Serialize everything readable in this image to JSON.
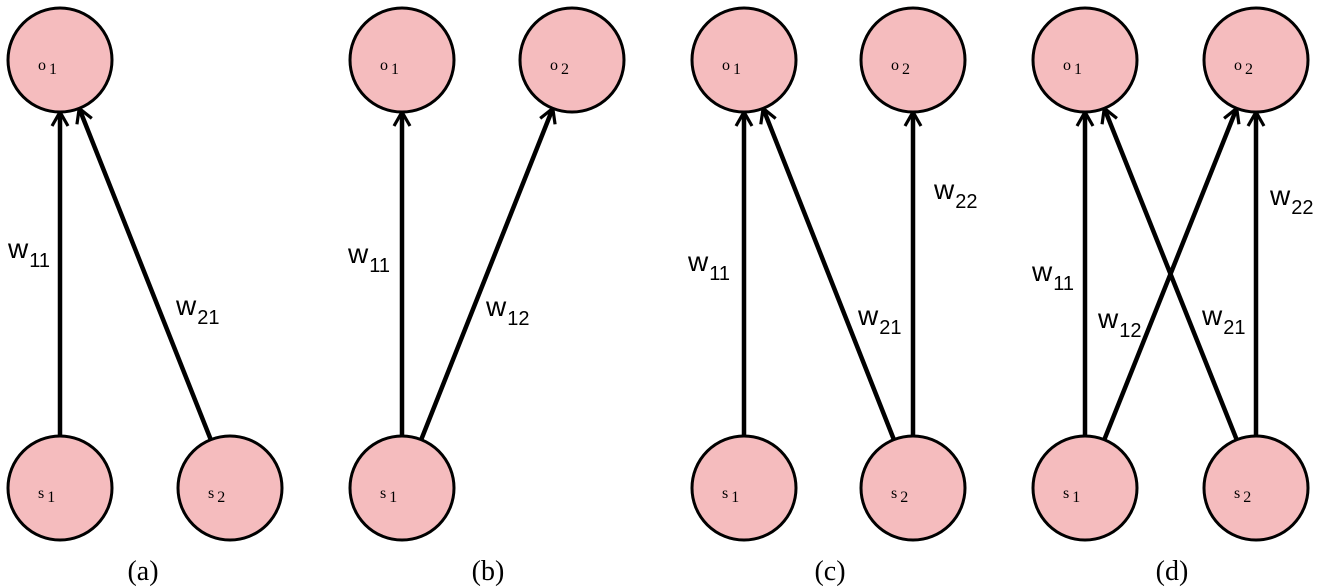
{
  "panels": [
    {
      "caption": "(a)",
      "nodes": [
        {
          "id": "o1",
          "letter": "o",
          "sub": "1"
        },
        {
          "id": "s1",
          "letter": "s",
          "sub": "1"
        },
        {
          "id": "s2",
          "letter": "s",
          "sub": "2"
        }
      ],
      "edges": [
        {
          "from": "s1",
          "to": "o1",
          "w": "w",
          "sub": "11"
        },
        {
          "from": "s2",
          "to": "o1",
          "w": "w",
          "sub": "21"
        }
      ]
    },
    {
      "caption": "(b)",
      "nodes": [
        {
          "id": "o1",
          "letter": "o",
          "sub": "1"
        },
        {
          "id": "o2",
          "letter": "o",
          "sub": "2"
        },
        {
          "id": "s1",
          "letter": "s",
          "sub": "1"
        }
      ],
      "edges": [
        {
          "from": "s1",
          "to": "o1",
          "w": "w",
          "sub": "11"
        },
        {
          "from": "s1",
          "to": "o2",
          "w": "w",
          "sub": "12"
        }
      ]
    },
    {
      "caption": "(c)",
      "nodes": [
        {
          "id": "o1",
          "letter": "o",
          "sub": "1"
        },
        {
          "id": "o2",
          "letter": "o",
          "sub": "2"
        },
        {
          "id": "s1",
          "letter": "s",
          "sub": "1"
        },
        {
          "id": "s2",
          "letter": "s",
          "sub": "2"
        }
      ],
      "edges": [
        {
          "from": "s1",
          "to": "o1",
          "w": "w",
          "sub": "11"
        },
        {
          "from": "s2",
          "to": "o1",
          "w": "w",
          "sub": "21"
        },
        {
          "from": "s2",
          "to": "o2",
          "w": "w",
          "sub": "22"
        }
      ]
    },
    {
      "caption": "(d)",
      "nodes": [
        {
          "id": "o1",
          "letter": "o",
          "sub": "1"
        },
        {
          "id": "o2",
          "letter": "o",
          "sub": "2"
        },
        {
          "id": "s1",
          "letter": "s",
          "sub": "1"
        },
        {
          "id": "s2",
          "letter": "s",
          "sub": "2"
        }
      ],
      "edges": [
        {
          "from": "s1",
          "to": "o1",
          "w": "w",
          "sub": "11"
        },
        {
          "from": "s1",
          "to": "o2",
          "w": "w",
          "sub": "12"
        },
        {
          "from": "s2",
          "to": "o1",
          "w": "w",
          "sub": "21"
        },
        {
          "from": "s2",
          "to": "o2",
          "w": "w",
          "sub": "22"
        }
      ]
    }
  ],
  "colors": {
    "node_fill": "#f5bcbe",
    "stroke": "#000000"
  }
}
